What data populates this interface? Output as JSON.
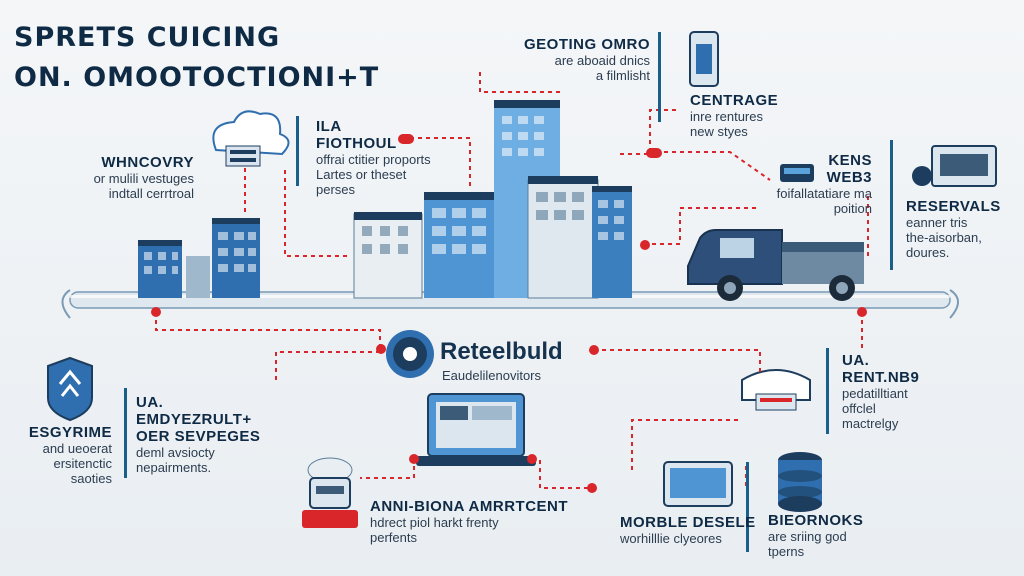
{
  "title": {
    "line1": "SPRETS CUICING",
    "line2": "ON. OMOOTOCTIONI+T"
  },
  "center": {
    "title": "Reteelbuld",
    "subtitle": "Eaudelilenovitors"
  },
  "labels": {
    "top_center_right": {
      "heading": "GEOTING OMRO",
      "body": [
        "are aboaid dnics",
        "a filmlisht"
      ]
    },
    "centrage": {
      "heading": "CENTRAGE",
      "body": [
        "inre rentures",
        "new styes"
      ]
    },
    "kens": {
      "heading": "KENS",
      "heading2": "WEB3",
      "body": [
        "foifallatatiare ma",
        "poition"
      ]
    },
    "reservals": {
      "heading": "RESERVALS",
      "body": [
        "eanner tris",
        "the-aisorban,",
        "doures."
      ]
    },
    "whncovry": {
      "heading": "WHNCOVRY",
      "body": [
        "or mulili vestuges",
        "indtall cerrtroal"
      ]
    },
    "ila": {
      "heading": "ILA",
      "heading2": "FIOTHOUL",
      "body": [
        "offrai ctitier proports",
        "Lartes or theset",
        "perses"
      ]
    },
    "esgyrime": {
      "heading": "ESGYRIME",
      "body": [
        "and ueoerat",
        "ersitenctic",
        "saoties"
      ]
    },
    "ua_left": {
      "heading": "UA.",
      "heading2": "EMDYEZRULT+",
      "heading3": "OER SEVPEGES",
      "body": [
        "deml avsiocty",
        "nepairments."
      ]
    },
    "ua_right": {
      "heading": "UA.",
      "heading2": "RENT.NB9",
      "body": [
        "pedatilltiant",
        "offclel",
        "mactrelgy"
      ]
    },
    "anni": {
      "heading": "ANNI-BIONA AMRRTCENT",
      "body": [
        "hdrect piol harkt frenty",
        "perfents"
      ]
    },
    "morble": {
      "heading": "MORBLE DESELE",
      "body": [
        "worhilllie clyeores"
      ]
    },
    "bieornoks": {
      "heading": "BIEORNOKS",
      "body": [
        "are sriing god",
        "tperns"
      ]
    }
  },
  "colors": {
    "navy": "#0f2a44",
    "blue": "#2f6fb0",
    "lightblue": "#5aa3da",
    "accent": "#d9262b",
    "bar": "#1a5e8a"
  },
  "icons": [
    "cloud-server-icon",
    "tablet-icon",
    "router-icon",
    "monitor-server-icon",
    "shield-icon",
    "gear-hub-icon",
    "laptop-icon",
    "robot-icon",
    "dome-device-icon",
    "mobile-device-icon",
    "database-icon",
    "truck-icon",
    "city-buildings-icon"
  ]
}
